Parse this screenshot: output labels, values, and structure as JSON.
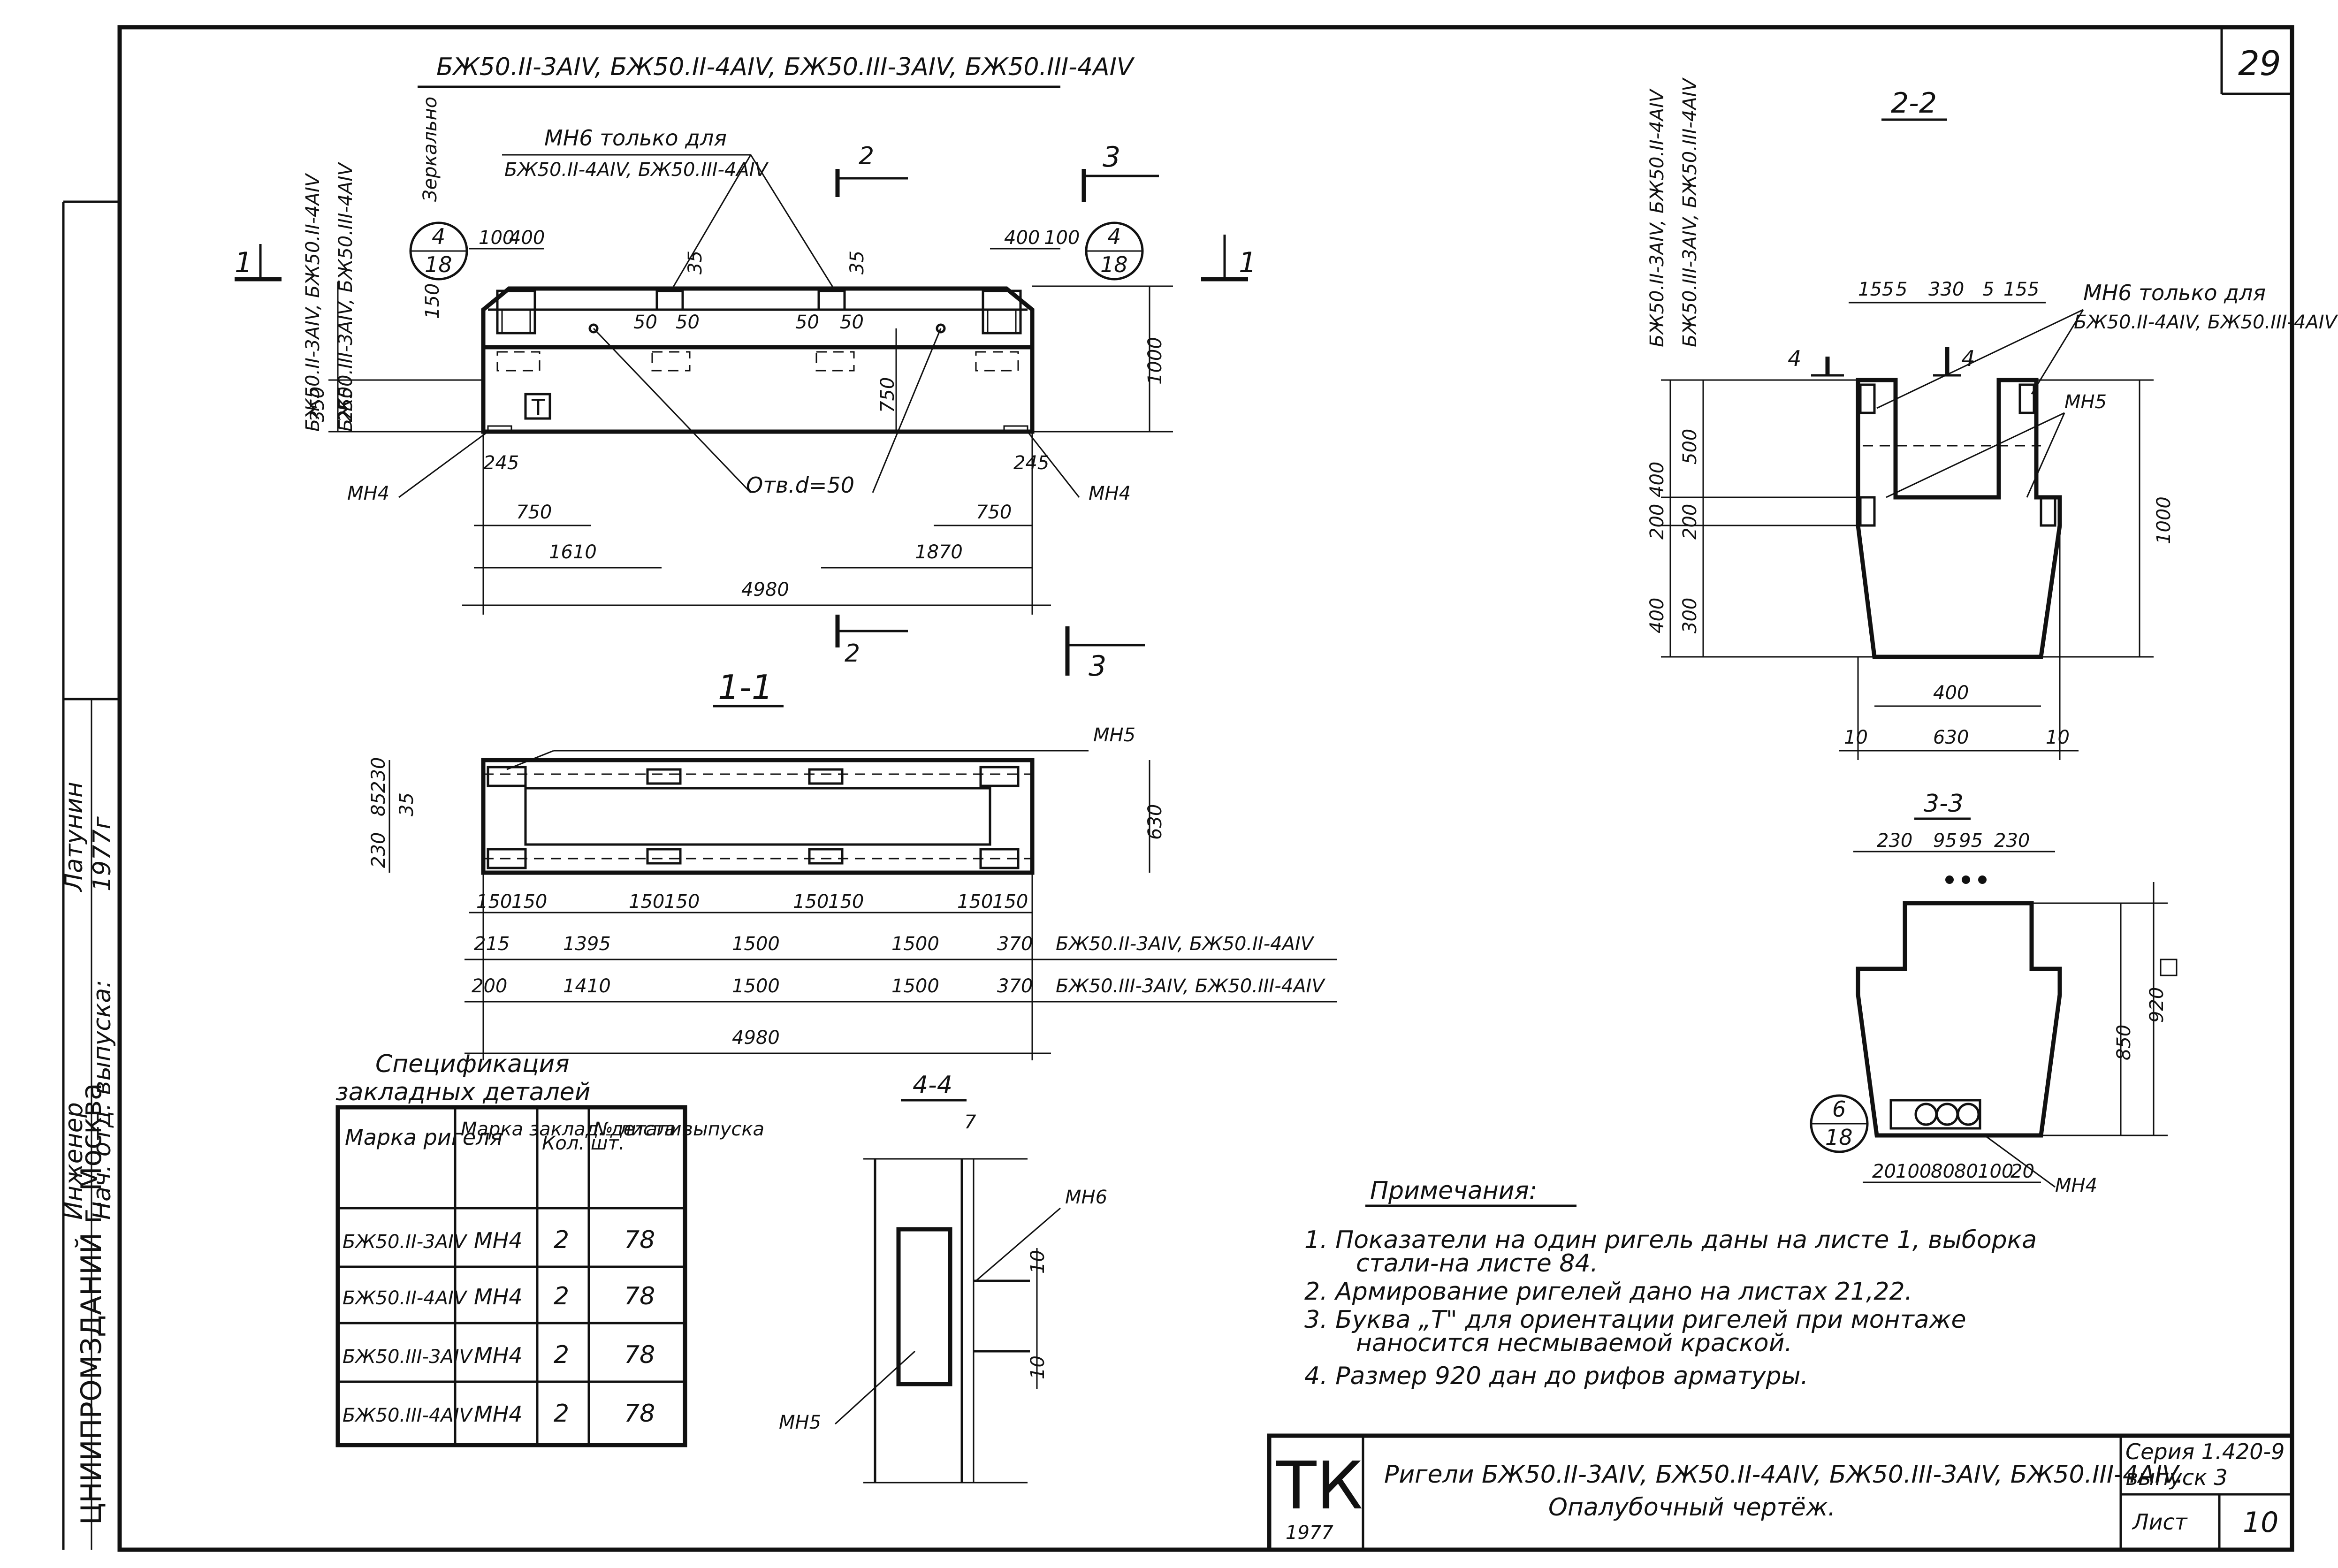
{
  "sheet_number": "29",
  "stamp_org": "ЦНИИПРОМЗДАНИЙ г. Москва",
  "stamp_signers": [
    "Инженер",
    "Нач. отд. выпуска:",
    "Латунин",
    "1977г"
  ],
  "header_models": "БЖ50.II-3АIV, БЖ50.II-4АIV, БЖ50.III-3АIV, БЖ50.III-4АIV",
  "mirror_label": "Зеркально",
  "left_vertical_models": "БЖ50.II-3АIV, БЖ50.II-4АIV",
  "left_vertical_models2": "БЖ50.III-3АIV, БЖ50.III-4АIV",
  "mn6_note": "МН6 только для",
  "mn6_models": "БЖ50.II-4АIV, БЖ50.III-4АIV",
  "section_marks": {
    "s1": "1",
    "s2": "2",
    "s3": "3"
  },
  "detail_callout": {
    "top": "4",
    "bottom": "18"
  },
  "detail_callout2": {
    "top": "6",
    "bottom": "18"
  },
  "front_dims": {
    "d100": "100",
    "d400": "400",
    "d150": "150",
    "d35": "35",
    "d50": "50",
    "d1000": "1000",
    "d750": "750",
    "d350": "350",
    "d250": "250",
    "d245": "245",
    "d1610": "1610",
    "d1870": "1870",
    "d4980": "4980",
    "letter_T": "Т",
    "hole": "Отв.d=50"
  },
  "embed_labels": {
    "mn4": "МН4",
    "mn5": "МН5",
    "mn6": "МН6"
  },
  "plan": {
    "title": "1-1",
    "row1_dims": [
      "215",
      "1395",
      "1500",
      "1500",
      "370"
    ],
    "row1_models": "БЖ50.II-3АIV, БЖ50.II-4АIV",
    "row2_dims": [
      "200",
      "1410",
      "1500",
      "1500",
      "370"
    ],
    "row2_models": "БЖ50.III-3АIV, БЖ50.III-4АIV",
    "pair_dims": [
      "150",
      "150"
    ],
    "total": "4980",
    "width": "630",
    "left_dims": [
      "230",
      "85",
      "230",
      "35"
    ]
  },
  "section22": {
    "title": "2-2",
    "top_dims": [
      "155",
      "5",
      "330",
      "5",
      "155"
    ],
    "left_dims": [
      "400",
      "500",
      "200",
      "200",
      "400",
      "300"
    ],
    "right_dim": "1000",
    "bottom_dims": [
      "400",
      "630",
      "10",
      "10"
    ],
    "mark4": "4"
  },
  "section33": {
    "title": "3-3",
    "top_dims": [
      "230",
      "95",
      "95",
      "230"
    ],
    "right_dims": [
      "850",
      "920"
    ],
    "bottom_dims": [
      "20",
      "100",
      "80",
      "80",
      "100",
      "20"
    ]
  },
  "section44": {
    "title": "4-4",
    "dims": [
      "7",
      "10",
      "10"
    ]
  },
  "spec": {
    "title_line1": "Спецификация",
    "title_line2": "закладных деталей",
    "headers": [
      "Марка ригеля",
      "Марка заклад. детали",
      "Кол. шт.",
      "№ листа выпуска"
    ],
    "rows": [
      [
        "БЖ50.II-3АIV",
        "МН4",
        "2",
        "78"
      ],
      [
        "БЖ50.II-4АIV",
        "МН4",
        "2",
        "78"
      ],
      [
        "БЖ50.III-3АIV",
        "МН4",
        "2",
        "78"
      ],
      [
        "БЖ50.III-4АIV",
        "МН4",
        "2",
        "78"
      ]
    ]
  },
  "notes": {
    "title": "Примечания:",
    "items": [
      "1. Показатели на один ригель даны на листе 1, выборка",
      "стали-на листе 84.",
      "2. Армирование ригелей дано на листах 21,22.",
      "3. Буква „Т\" для ориентации ригелей при монтаже",
      "наносится несмываемой краской.",
      "4. Размер 920 дан до рифов арматуры."
    ]
  },
  "title_block": {
    "logo": "ТК",
    "year": "1977",
    "title_line1": "Ригели БЖ50.II-3АIV, БЖ50.II-4АIV, БЖ50.III-3АIV, БЖ50.III-4АIV.",
    "title_line2": "Опалубочный чертёж.",
    "series": "Серия 1.420-9",
    "issue": "выпуск 3",
    "sheet_label": "Лист",
    "sheet_value": "10"
  }
}
